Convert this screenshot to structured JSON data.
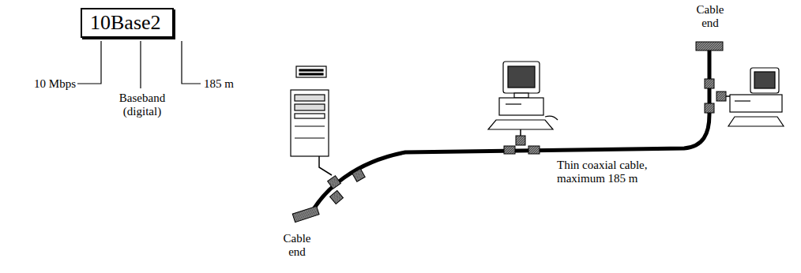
{
  "diagram": {
    "nodes": [
      {
        "text": [
          "10Base2"
        ]
      }
    ],
    "labels": [
      "10 Mbps",
      "Baseband (digital)",
      "185 m",
      "Thin coaxial cable, maximum 185 m",
      "Cable end",
      "Cable end"
    ]
  }
}
